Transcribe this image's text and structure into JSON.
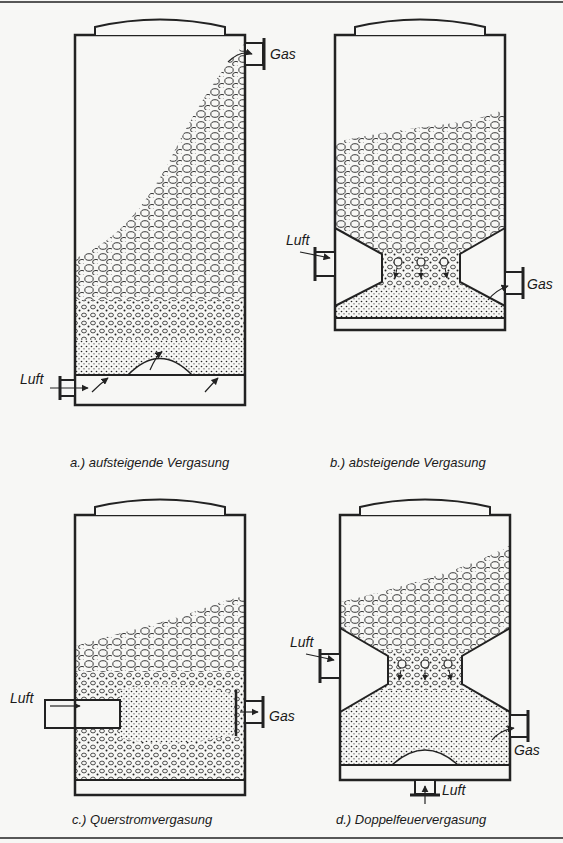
{
  "diagram": {
    "labels": [
      "Gas",
      "Luft",
      "a.) aufsteigende Vergasung",
      "Luft",
      "Gas",
      "b.) absteigende Vergasung",
      "Luft",
      "Gas",
      "c.) Querstromvergasung",
      "Luft",
      "Gas",
      "Luft",
      "d.) Doppelfeuervergasung"
    ]
  }
}
